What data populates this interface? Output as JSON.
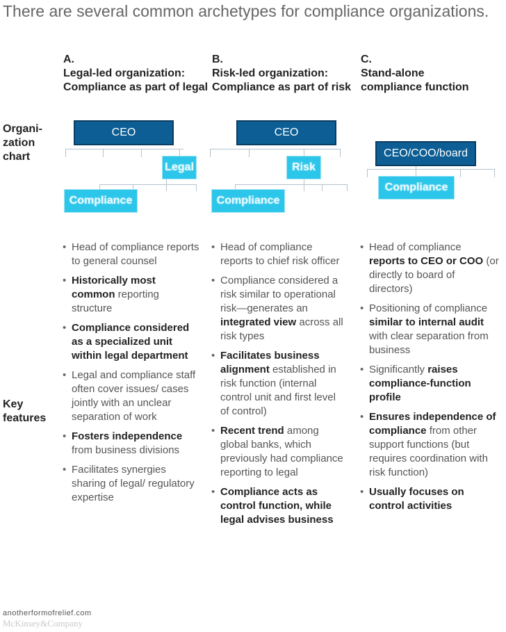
{
  "title": "There are several common archetypes for compliance organizations.",
  "row_labels": {
    "org_chart": "Organi-\nzation\nchart",
    "key_features": "Key\nfeatures"
  },
  "columns": [
    {
      "letter": "A.",
      "heading": "Legal-led organization: Compliance as part of legal",
      "boxes": {
        "top": "CEO",
        "middle": "Legal",
        "bottom": "Compliance"
      },
      "features": [
        [
          {
            "t": "Head of compliance reports to general counsel",
            "b": false
          }
        ],
        [
          {
            "t": "Historically most common",
            "b": true
          },
          {
            "t": " reporting structure",
            "b": false
          }
        ],
        [
          {
            "t": "Compliance considered as a specialized unit within legal department",
            "b": true
          }
        ],
        [
          {
            "t": "Legal and compliance staff often cover issues/ cases jointly with an unclear separation of work",
            "b": false
          }
        ],
        [
          {
            "t": "Fosters independence",
            "b": true
          },
          {
            "t": " from business divisions",
            "b": false
          }
        ],
        [
          {
            "t": "Facilitates synergies sharing of legal/ regulatory expertise",
            "b": false
          }
        ]
      ]
    },
    {
      "letter": "B.",
      "heading": "Risk-led organization: Compliance as part of risk",
      "boxes": {
        "top": "CEO",
        "middle": "Risk",
        "bottom": "Compliance"
      },
      "features": [
        [
          {
            "t": "Head of compliance reports to chief risk officer",
            "b": false
          }
        ],
        [
          {
            "t": "Compliance considered a risk similar to operational risk—generates an ",
            "b": false
          },
          {
            "t": "integrated view",
            "b": true
          },
          {
            "t": " across all risk types",
            "b": false
          }
        ],
        [
          {
            "t": "Facilitates business alignment",
            "b": true
          },
          {
            "t": " established in risk function (internal control unit and first level of control)",
            "b": false
          }
        ],
        [
          {
            "t": "Recent trend",
            "b": true
          },
          {
            "t": " among global banks, which previously had compliance reporting to legal",
            "b": false
          }
        ],
        [
          {
            "t": "Compliance acts as control function, while legal advises business",
            "b": true
          }
        ]
      ]
    },
    {
      "letter": "C.",
      "heading": "Stand-alone compliance function",
      "boxes": {
        "top": "CEO/COO/board",
        "bottom": "Compliance"
      },
      "features": [
        [
          {
            "t": "Head of compliance ",
            "b": false
          },
          {
            "t": "reports to CEO or COO",
            "b": true
          },
          {
            "t": " (or directly to board of directors)",
            "b": false
          }
        ],
        [
          {
            "t": "Positioning of compliance ",
            "b": false
          },
          {
            "t": "similar to internal audit",
            "b": true
          },
          {
            "t": " with clear separation from business",
            "b": false
          }
        ],
        [
          {
            "t": "Significantly ",
            "b": false
          },
          {
            "t": "raises compliance-function profile",
            "b": true
          }
        ],
        [
          {
            "t": "Ensures independence of compliance",
            "b": true
          },
          {
            "t": " from other support functions (but requires coordination with risk function)",
            "b": false
          }
        ],
        [
          {
            "t": "Usually focuses on control activities",
            "b": true
          }
        ]
      ]
    }
  ],
  "footer": {
    "url": "anotherformofrelief.com",
    "brand": "McKinsey&Company"
  }
}
